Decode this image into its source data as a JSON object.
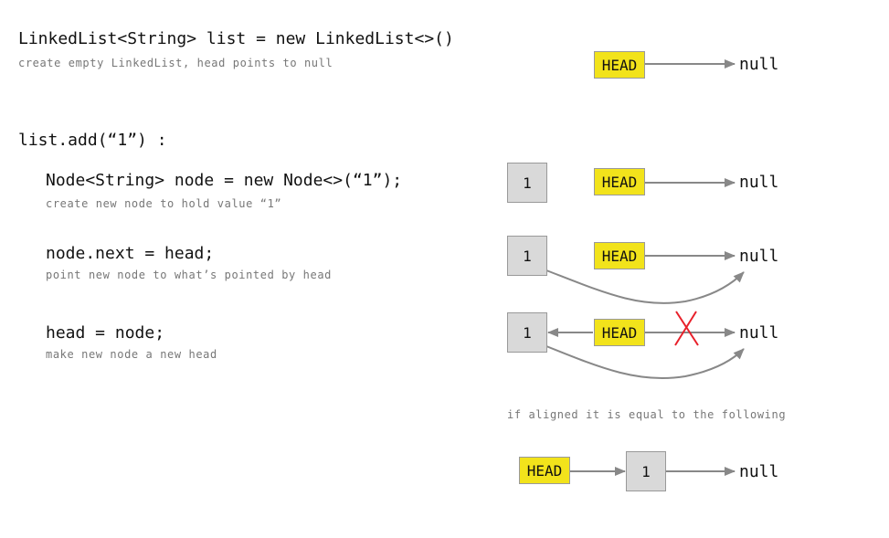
{
  "step_init": {
    "code": "LinkedList<String> list = new LinkedList<>()",
    "note": "create empty LinkedList, head points to null"
  },
  "step_add": {
    "code": "list.add(“1”) :"
  },
  "sub_create": {
    "code": "Node<String> node = new Node<>(“1”);",
    "note": "create new node to hold value “1”"
  },
  "sub_next": {
    "code": "node.next = head;",
    "note": "point new node to what’s pointed by head"
  },
  "sub_head": {
    "code": "head = node;",
    "note": "make new node a new head"
  },
  "aligned_note": "if aligned it is equal to the following",
  "labels": {
    "head": "HEAD",
    "null": "null",
    "node_value": "1"
  },
  "colors": {
    "head_fill": "#f2e31b",
    "node_fill": "#d9d9d9",
    "arrow": "#888888",
    "cross": "#e8202a"
  }
}
